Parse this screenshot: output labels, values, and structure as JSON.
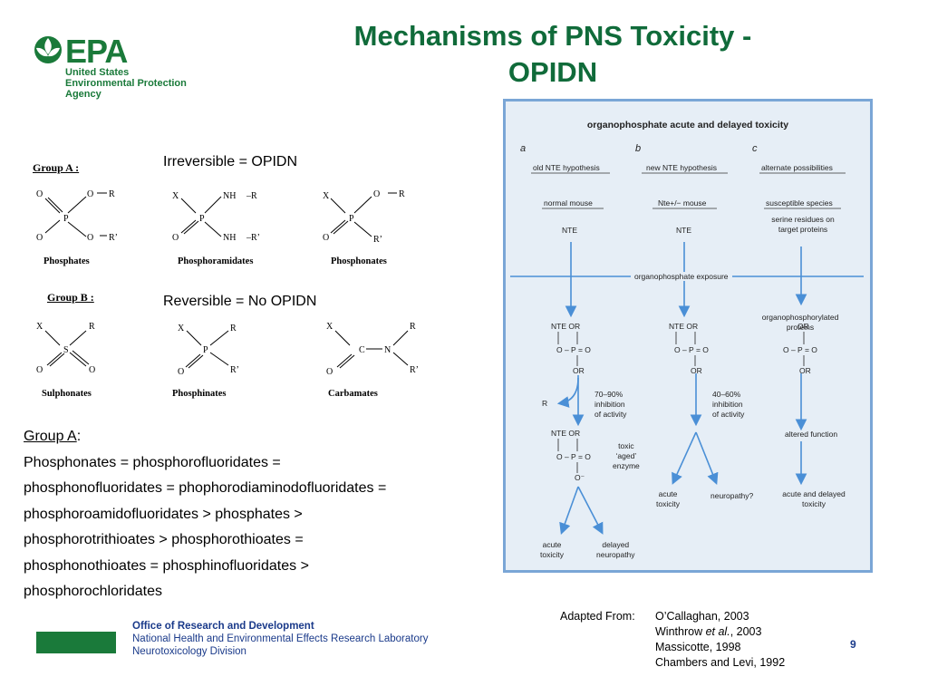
{
  "title_line1": "Mechanisms of PNS Toxicity -",
  "title_line2": "OPIDN",
  "logo": {
    "name": "EPA",
    "line1": "United States",
    "line2": "Environmental Protection",
    "line3": "Agency"
  },
  "left_figure": {
    "group_a_heading": "Group A :",
    "group_b_heading": "Group B :",
    "irreversible_label": "Irreversible = OPIDN",
    "reversible_label": "Reversible = No OPIDN",
    "captions_a": [
      "Phosphates",
      "Phosphoramidates",
      "Phosphonates"
    ],
    "captions_b": [
      "Sulphonates",
      "Phosphinates",
      "Carbamates"
    ]
  },
  "group_a_text": {
    "heading": "Group A",
    "colon": ":",
    "lines": [
      "Phosphonates = phosphorofluoridates =",
      "phosphonofluoridates = phophorodiaminodofluoridates =",
      "phosphoroamidofluoridates > phosphates >",
      "phosphorotrithioates > phosphorothioates =",
      "phosphonothioates = phosphinofluoridates >",
      "phosphorochloridates"
    ]
  },
  "right_figure": {
    "title": "organophosphate acute and delayed toxicity",
    "col_a": {
      "letter": "a",
      "hyp": "old NTE hypothesis",
      "model": "normal mouse",
      "target": "NTE"
    },
    "col_b": {
      "letter": "b",
      "hyp": "new NTE hypothesis",
      "model": "Nte+/− mouse",
      "target": "NTE"
    },
    "col_c": {
      "letter": "c",
      "hyp": "alternate possibilities",
      "model": "susceptible species",
      "target1": "serine residues on",
      "target2": "target proteins"
    },
    "exposure": "organophosphate exposure",
    "c_phos1": "organophosphorylated",
    "c_phos2": "proteins",
    "inhib_a1": "70–90%",
    "inhib_a2": "inhibition",
    "inhib_a3": "of activity",
    "inhib_b1": "40–60%",
    "inhib_b2": "inhibition",
    "inhib_b3": "of activity",
    "r_label": "R",
    "aged1": "toxic",
    "aged2": "‘aged’",
    "aged3": "enzyme",
    "altered": "altered function",
    "out_a1a": "acute",
    "out_a1b": "toxicity",
    "out_a2a": "delayed",
    "out_a2b": "neuropathy",
    "out_b1a": "acute",
    "out_b1b": "toxicity",
    "out_b2": "neuropathy?",
    "out_c1": "acute and delayed",
    "out_c2": "toxicity"
  },
  "citation": {
    "label": "Adapted From:",
    "refs": [
      "O’Callaghan, 2003",
      "Winthrow et al., 2003",
      "Massicotte, 1998",
      "Chambers and Levi, 1992"
    ]
  },
  "footer": {
    "line1": "Office of Research and Development",
    "line2": "National Health and Environmental Effects Research Laboratory",
    "line3": "Neurotoxicology Division"
  },
  "page_number": "9",
  "colors": {
    "green": "#1a7a3a",
    "title_green": "#106b3a",
    "blue": "#1a3a8a",
    "arrow": "#4a8fd6"
  }
}
